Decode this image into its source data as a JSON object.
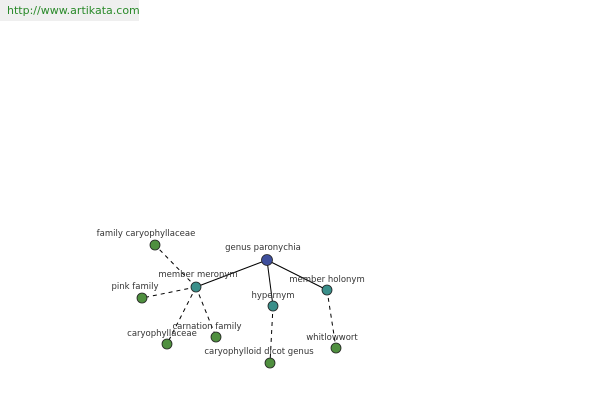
{
  "header": {
    "url": "http://www.artikata.com"
  },
  "diagram": {
    "colors": {
      "root": "#3f4f9c",
      "relation": "#3a8f8a",
      "leaf": "#4f8f3f",
      "stroke": "#222222",
      "edge": "#000000"
    },
    "nodes": {
      "root": {
        "label": "genus paronychia",
        "kind": "root"
      },
      "member_meronym": {
        "label": "member meronym",
        "kind": "relation"
      },
      "hypernym": {
        "label": "hypernym",
        "kind": "relation"
      },
      "member_holonym": {
        "label": "member holonym",
        "kind": "relation"
      },
      "family_caryophyllaceae": {
        "label": "family caryophyllaceae",
        "kind": "leaf"
      },
      "pink_family": {
        "label": "pink family",
        "kind": "leaf"
      },
      "caryophyllaceae": {
        "label": "caryophyllaceae",
        "kind": "leaf"
      },
      "carnation_family": {
        "label": "carnation family",
        "kind": "leaf"
      },
      "caryophylloid_dicot_genus": {
        "label": "caryophylloid dicot genus",
        "kind": "leaf"
      },
      "whitlowwort": {
        "label": "whitlowwort",
        "kind": "leaf"
      }
    },
    "edges": [
      {
        "from": "root",
        "to": "member_meronym",
        "style": "solid"
      },
      {
        "from": "root",
        "to": "hypernym",
        "style": "solid"
      },
      {
        "from": "root",
        "to": "member_holonym",
        "style": "solid"
      },
      {
        "from": "member_meronym",
        "to": "family_caryophyllaceae",
        "style": "dashed"
      },
      {
        "from": "member_meronym",
        "to": "pink_family",
        "style": "dashed"
      },
      {
        "from": "member_meronym",
        "to": "caryophyllaceae",
        "style": "dashed"
      },
      {
        "from": "member_meronym",
        "to": "carnation_family",
        "style": "dashed"
      },
      {
        "from": "hypernym",
        "to": "caryophylloid_dicot_genus",
        "style": "dashed"
      },
      {
        "from": "member_holonym",
        "to": "whitlowwort",
        "style": "dashed"
      }
    ]
  }
}
